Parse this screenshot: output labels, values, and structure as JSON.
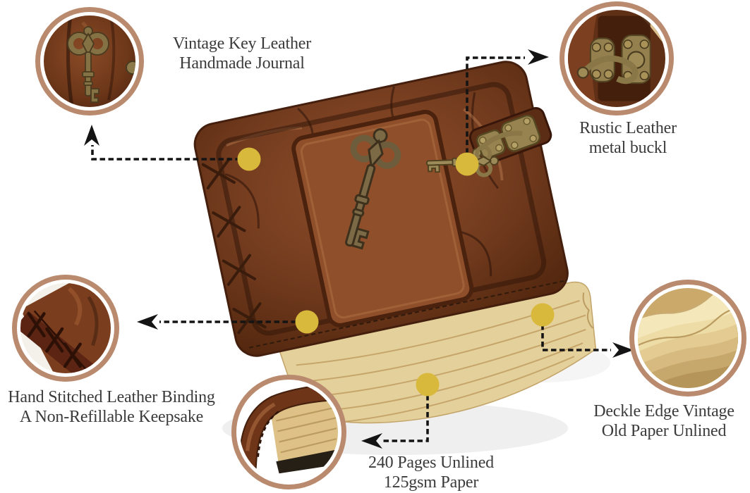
{
  "infographic": {
    "background_color": "#ffffff",
    "text_color": "#3b3b3b",
    "ring_color": "#b98a6e",
    "dot_color": "#d8b93c",
    "connector_color": "#141414",
    "product_photo": "brown-embossed-leather-journal-with-key-charm-and-deckle-edge-pages",
    "callouts": [
      {
        "id": "vintage-key",
        "line1": "Vintage Key Leather",
        "line2": "Handmade Journal",
        "thumb": "brass-key-on-leather"
      },
      {
        "id": "metal-buckle",
        "line1": "Rustic Leather",
        "line2": "metal buckl",
        "thumb": "brass-swing-clasp"
      },
      {
        "id": "hand-stitched",
        "line1": "Hand Stitched Leather Binding",
        "line2": "A Non-Refillable Keepsake",
        "thumb": "stitched-leather-spine"
      },
      {
        "id": "deckle-edge",
        "line1": "Deckle Edge Vintage",
        "line2": "Old Paper Unlined",
        "thumb": "deckle-edge-paper-stack"
      },
      {
        "id": "page-count",
        "line1": "240 Pages Unlined",
        "line2": "125gsm Paper",
        "thumb": "journal-corner-pages"
      }
    ]
  }
}
